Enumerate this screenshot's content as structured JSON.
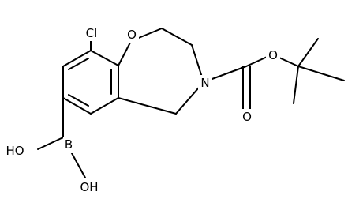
{
  "atoms": {
    "cl": "Cl",
    "o_ring": "O",
    "n_ring": "N",
    "o_ester": "O",
    "o_carbonyl": "O",
    "b": "B",
    "oh_left": "HO",
    "oh_bottom": "OH"
  },
  "colors": {
    "bond": "#000000",
    "text": "#000000",
    "background": "#ffffff"
  }
}
